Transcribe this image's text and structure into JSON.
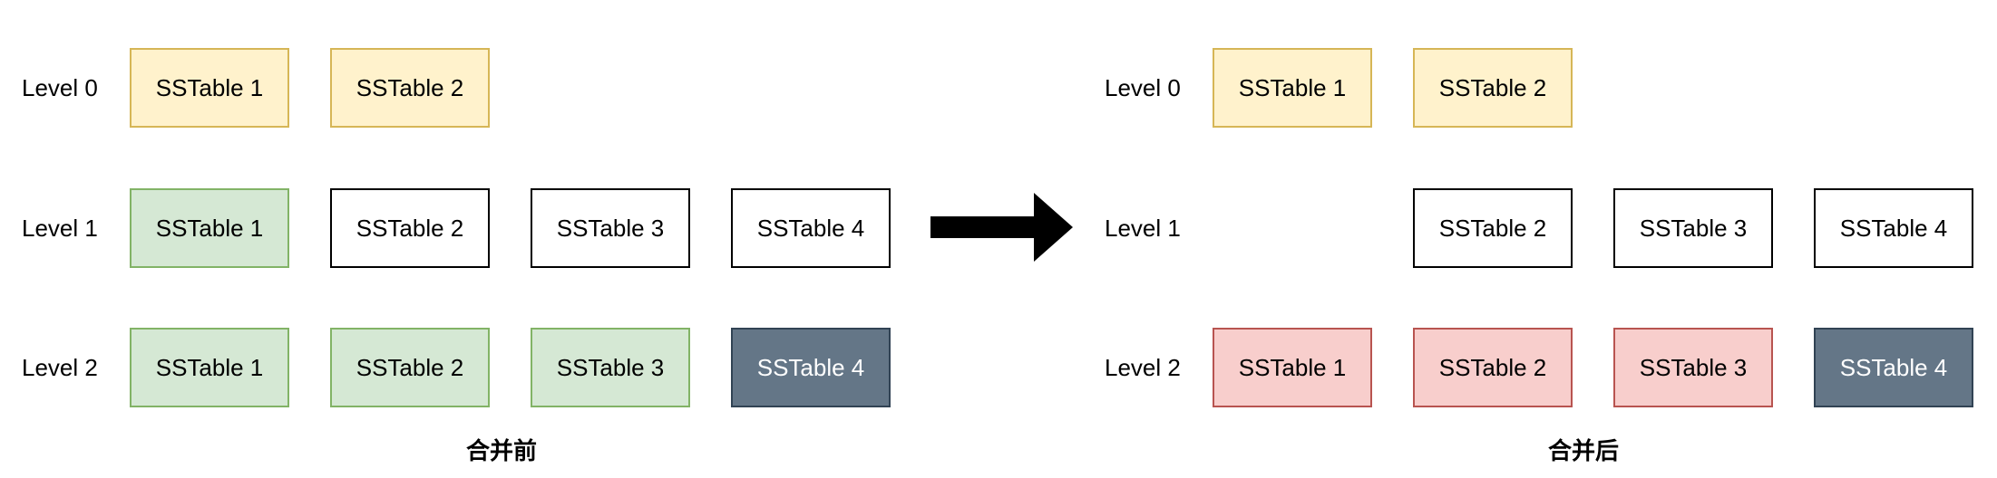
{
  "before": {
    "caption": "合并前",
    "levels": [
      {
        "label": "Level 0",
        "tables": [
          {
            "label": "SSTable 1",
            "color": "yellow"
          },
          {
            "label": "SSTable 2",
            "color": "yellow"
          }
        ]
      },
      {
        "label": "Level 1",
        "tables": [
          {
            "label": "SSTable 1",
            "color": "green"
          },
          {
            "label": "SSTable 2",
            "color": "white"
          },
          {
            "label": "SSTable 3",
            "color": "white"
          },
          {
            "label": "SSTable 4",
            "color": "white"
          }
        ]
      },
      {
        "label": "Level 2",
        "tables": [
          {
            "label": "SSTable 1",
            "color": "green"
          },
          {
            "label": "SSTable 2",
            "color": "green"
          },
          {
            "label": "SSTable 3",
            "color": "green"
          },
          {
            "label": "SSTable 4",
            "color": "slate"
          }
        ]
      }
    ]
  },
  "after": {
    "caption": "合并后",
    "levels": [
      {
        "label": "Level 0",
        "tables": [
          {
            "label": "SSTable 1",
            "color": "yellow"
          },
          {
            "label": "SSTable 2",
            "color": "yellow"
          }
        ]
      },
      {
        "label": "Level 1",
        "tables": [
          null,
          {
            "label": "SSTable 2",
            "color": "white"
          },
          {
            "label": "SSTable 3",
            "color": "white"
          },
          {
            "label": "SSTable 4",
            "color": "white"
          }
        ]
      },
      {
        "label": "Level 2",
        "tables": [
          {
            "label": "SSTable 1",
            "color": "red"
          },
          {
            "label": "SSTable 2",
            "color": "red"
          },
          {
            "label": "SSTable 3",
            "color": "red"
          },
          {
            "label": "SSTable 4",
            "color": "slate"
          }
        ]
      }
    ]
  },
  "colors": {
    "yellow_fill": "#fff2cc",
    "yellow_stroke": "#d6b656",
    "green_fill": "#d5e8d4",
    "green_stroke": "#82b366",
    "red_fill": "#f8cecc",
    "red_stroke": "#b85450",
    "slate_fill": "#647687",
    "slate_stroke": "#314354"
  }
}
